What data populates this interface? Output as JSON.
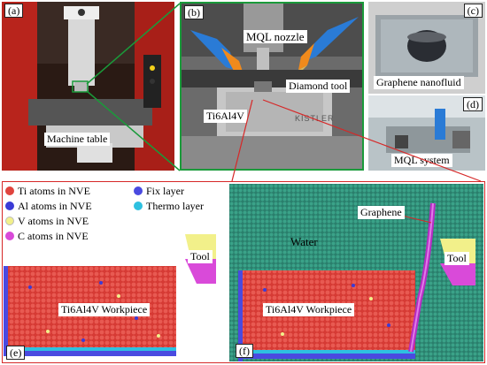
{
  "panels": {
    "a": {
      "label": "(a)",
      "caption": "Machine table"
    },
    "b": {
      "label": "(b)",
      "nozzle_label": "MQL nozzle",
      "tool_label": "Diamond tool",
      "workpiece_label": "Ti6Al4V",
      "brand": "KISTLER"
    },
    "c": {
      "label": "(c)",
      "caption": "Graphene nanofluid"
    },
    "d": {
      "label": "(d)",
      "caption": "MQL system"
    },
    "e": {
      "label": "(e)",
      "tool_label": "Tool",
      "workpiece_label": "Ti6Al4V Workpiece"
    },
    "f": {
      "label": "(f)",
      "water_label": "Water",
      "graphene_label": "Graphene",
      "tool_label": "Tool",
      "workpiece_label": "Ti6Al4V Workpiece"
    }
  },
  "legend": {
    "items": [
      {
        "label": "Ti atoms in NVE",
        "color": "#e0443e"
      },
      {
        "label": "Al atoms in NVE",
        "color": "#3b3bd6"
      },
      {
        "label": "V  atoms in NVE",
        "color": "#f2f08a"
      },
      {
        "label": "C  atoms in NVE",
        "color": "#d94ad9"
      },
      {
        "label": "Fix layer",
        "color": "#4a4ae0"
      },
      {
        "label": "Thermo layer",
        "color": "#2ec0e0"
      }
    ]
  },
  "colors": {
    "frame_red": "#d62828",
    "zoom_green": "#1a9a3a",
    "water": "#2f8f78"
  }
}
